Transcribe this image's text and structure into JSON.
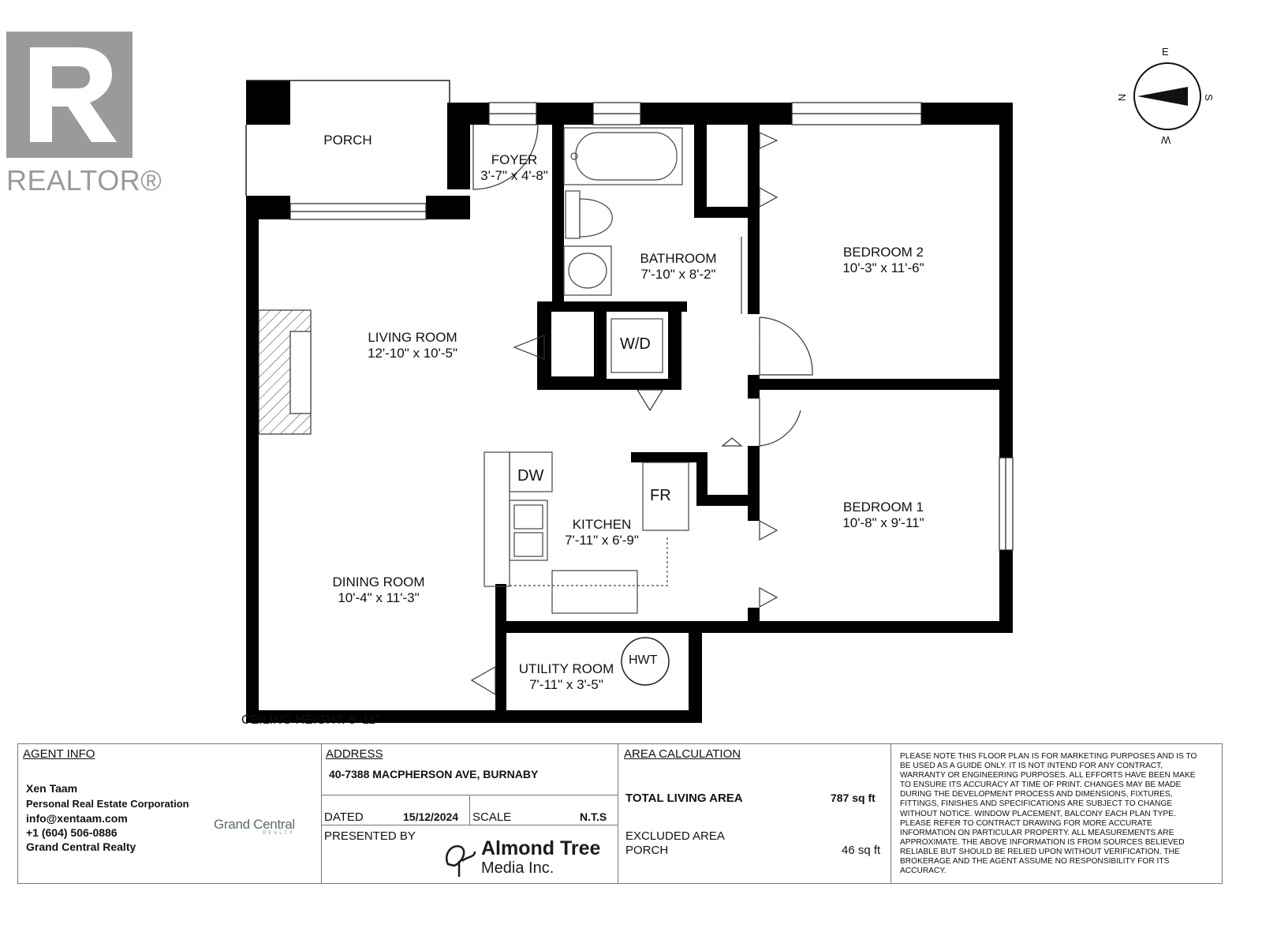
{
  "watermark": {
    "brand": "REALTOR®"
  },
  "compass": {
    "north": "N",
    "east": "E",
    "south": "S",
    "west": "W"
  },
  "rooms": {
    "porch": {
      "name": "PORCH"
    },
    "foyer": {
      "name": "FOYER",
      "dims": "3'-7\" x 4'-8\""
    },
    "bathroom": {
      "name": "BATHROOM",
      "dims": "7'-10\" x 8'-2\""
    },
    "bedroom2": {
      "name": "BEDROOM 2",
      "dims": "10'-3\" x 11'-6\""
    },
    "living": {
      "name": "LIVING ROOM",
      "dims": "12'-10\" x 10'-5\""
    },
    "kitchen": {
      "name": "KITCHEN",
      "dims": "7'-11\" x 6'-9\""
    },
    "dining": {
      "name": "DINING ROOM",
      "dims": "10'-4\" x 11'-3\""
    },
    "bedroom1": {
      "name": "BEDROOM 1",
      "dims": "10'-8\" x 9'-11\""
    },
    "utility": {
      "name": "UTILITY ROOM",
      "dims": "7'-11\" x 3'-5\""
    }
  },
  "fixtures": {
    "washer_dryer": "W/D",
    "dishwasher": "DW",
    "fridge": "FR",
    "hot_water_tank": "HWT"
  },
  "ceiling_height": "CEILING HEIGHT: 8'-11\"",
  "footer": {
    "agent": {
      "heading": "AGENT INFO",
      "name": "Xen Taam",
      "corporation": "Personal Real Estate Corporation",
      "email": "info@xentaam.com",
      "phone": "+1 (604) 506-0886",
      "brokerage": "Grand Central Realty",
      "logo_text": "Grand Central",
      "logo_sub": "REALTY"
    },
    "address": {
      "heading": "ADDRESS",
      "value": "40-7388 MACPHERSON AVE, BURNABY",
      "dated_label": "DATED",
      "dated_value": "15/12/2024",
      "scale_label": "SCALE",
      "scale_value": "N.T.S",
      "presented_label": "PRESENTED BY",
      "presenter_line1": "Almond Tree",
      "presenter_line2": "Media Inc."
    },
    "area": {
      "heading": "AREA CALCULATION",
      "total_label": "TOTAL LIVING AREA",
      "total_value": "787 sq ft",
      "excluded_label": "EXCLUDED AREA",
      "porch_label": "PORCH",
      "porch_value": "46 sq ft"
    },
    "disclaimer": "PLEASE NOTE THIS FLOOR PLAN IS FOR MARKETING PURPOSES AND IS TO BE USED AS A GUIDE ONLY. IT IS NOT INTEND FOR ANY CONTRACT, WARRANTY OR ENGINEERING PURPOSES. ALL EFFORTS HAVE BEEN MAKE TO ENSURE ITS ACCURACY AT TIME OF PRINT. CHANGES MAY BE MADE DURING THE DEVELOPMENT PROCESS AND DIMENSIONS, FIXTURES, FITTINGS, FINISHES AND SPECIFICATIONS ARE SUBJECT TO CHANGE WITHOUT NOTICE. WINDOW PLACEMENT, BALCONY EACH PLAN TYPE. PLEASE REFER TO CONTRACT DRAWING FOR MORE ACCURATE INFORMATION ON PARTICULAR PROPERTY. ALL MEASUREMENTS ARE APPROXIMATE. THE ABOVE INFORMATION IS FROM SOURCES BELIEVED RELIABLE BUT SHOULD BE RELIED UPON WITHOUT VERIFICATION. THE BROKERAGE AND THE AGENT ASSUME NO RESPONSIBILITY FOR ITS ACCURACY."
  }
}
